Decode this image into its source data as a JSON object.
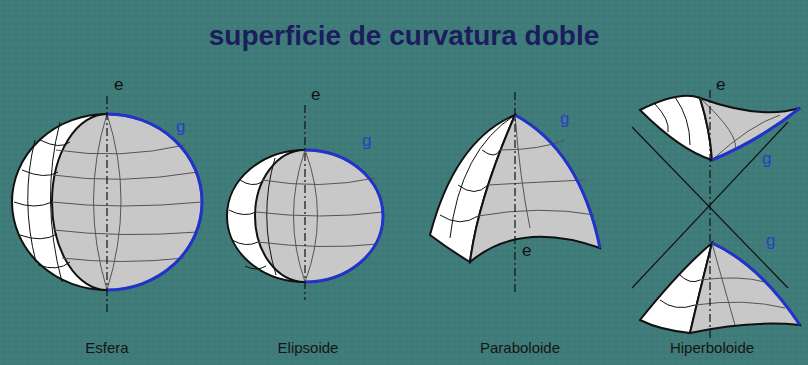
{
  "diagram": {
    "title": "superficie de curvatura doble",
    "labels": [
      "e",
      "g",
      "e",
      "g",
      "g",
      "e",
      "e",
      "g",
      "g",
      "Esfera",
      "Elipsoide",
      "Paraboloide",
      "Hiperboloide"
    ]
  }
}
